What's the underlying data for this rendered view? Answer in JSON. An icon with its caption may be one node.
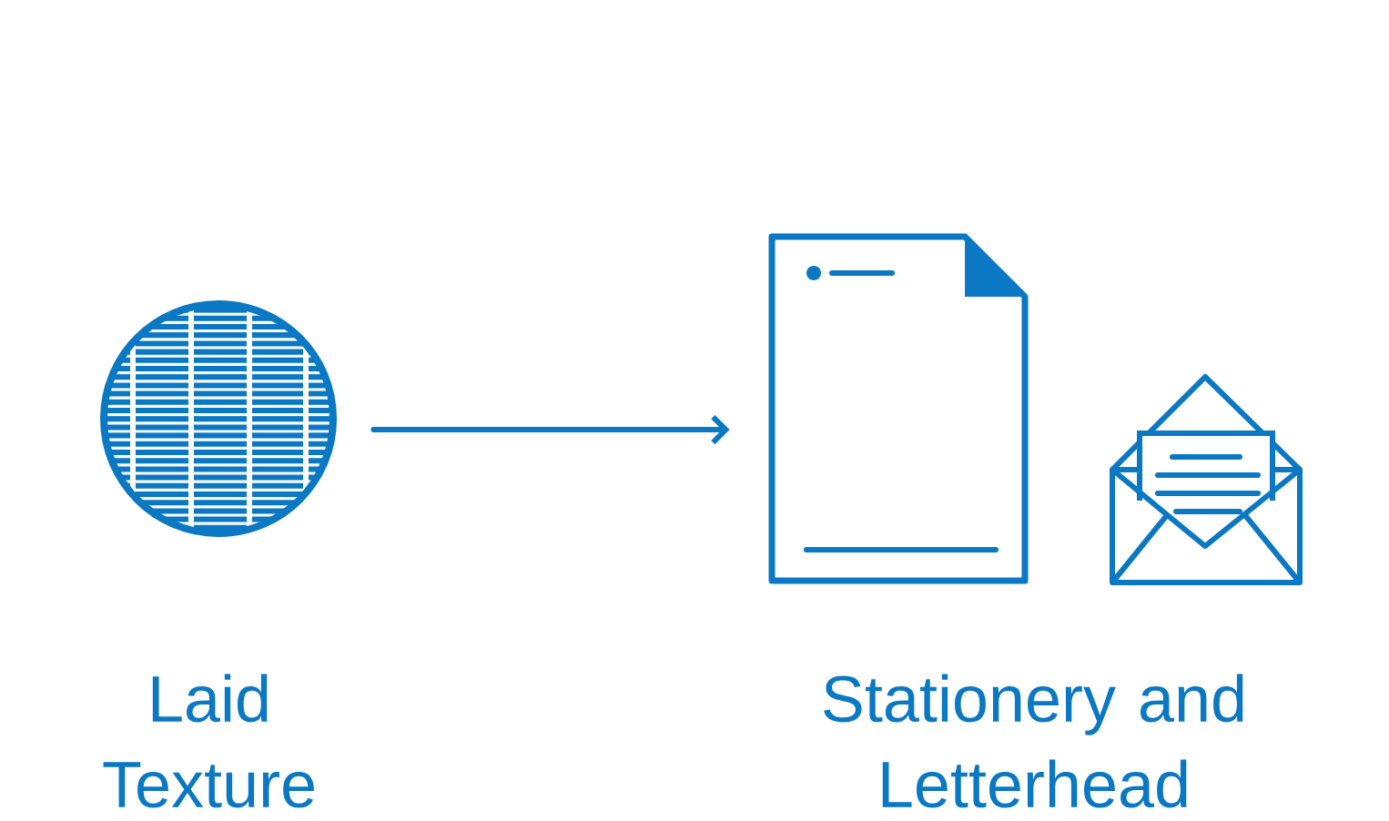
{
  "diagram": {
    "nodes": [
      {
        "text": [],
        "shape": "circle",
        "beside": [
          "Laid Texture"
        ]
      },
      {
        "text": [],
        "shape": "picture",
        "beside": [
          "Stationery and Letterhead"
        ]
      }
    ],
    "edges": [
      {
        "from": 0,
        "to": 1,
        "arrow": "to"
      }
    ]
  }
}
